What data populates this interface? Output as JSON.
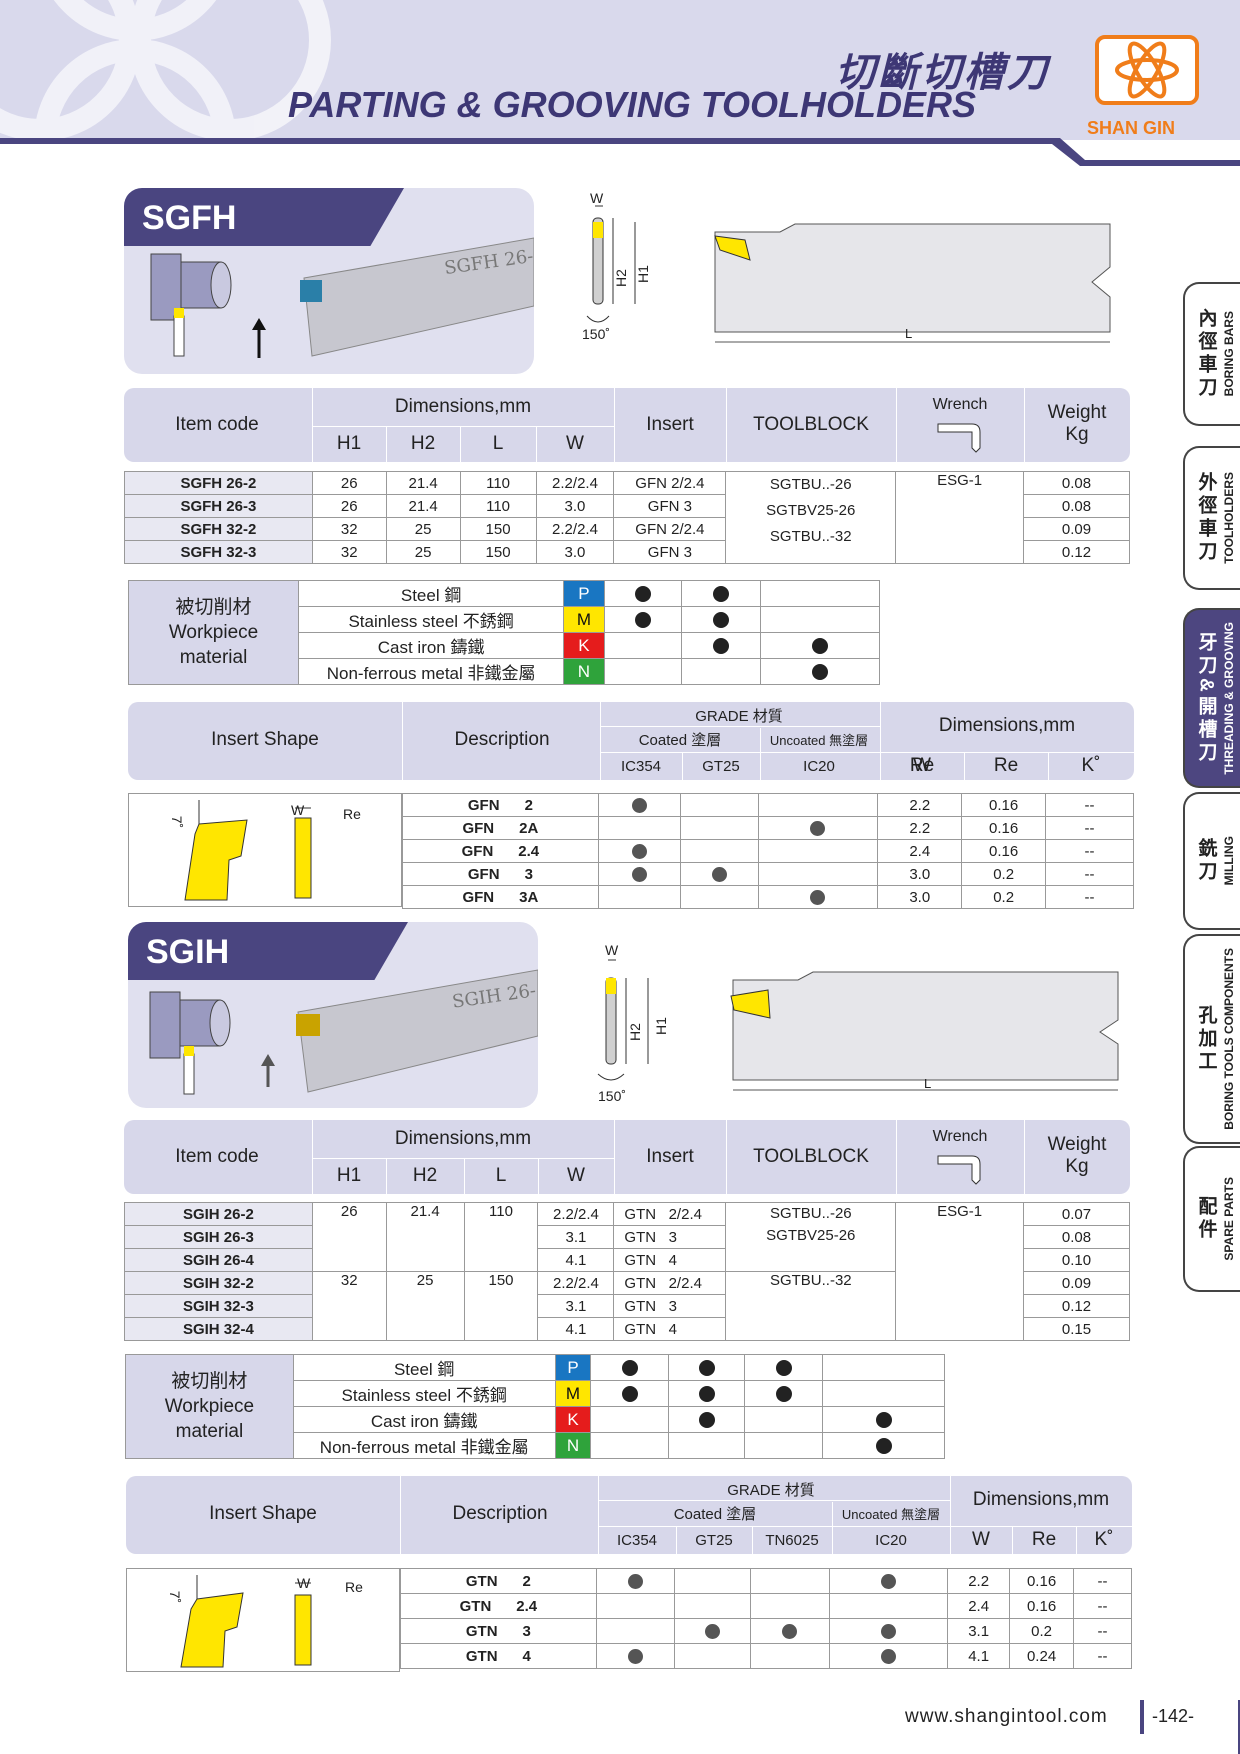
{
  "header": {
    "title_cn": "切斷切槽刀",
    "title_en": "PARTING & GROOVING TOOLHOLDERS",
    "brand": "SHAN GIN"
  },
  "side_tabs": [
    {
      "cn": "內徑車刀",
      "en": "BORING BARS"
    },
    {
      "cn": "外徑車刀",
      "en": "TOOLHOLDERS"
    },
    {
      "cn": "牙刀&開槽刀",
      "en": "THREADING & GROOVING"
    },
    {
      "cn": "銑刀",
      "en": "MILLING"
    },
    {
      "cn": "孔加工",
      "en": "BORING TOOLS COMPONENTS"
    },
    {
      "cn": "配件",
      "en": "SPARE PARTS"
    }
  ],
  "labels": {
    "item_code": "Item code",
    "dimensions": "Dimensions,mm",
    "h1": "H1",
    "h2": "H2",
    "l": "L",
    "w": "W",
    "insert": "Insert",
    "toolblock": "TOOLBLOCK",
    "wrench": "Wrench",
    "weight": "Weight",
    "kg": "Kg",
    "material_cn": "被切削材",
    "material_en1": "Workpiece",
    "material_en2": "material",
    "insert_shape": "Insert Shape",
    "description": "Description",
    "grade": "GRADE 材質",
    "coated": "Coated 塗層",
    "uncoated": "Uncoated 無塗層",
    "re": "Re",
    "k": "K˚",
    "angle150": "150˚",
    "angle7": "7˚",
    "dim_w": "W",
    "dim_h1": "H1",
    "dim_h2": "H2",
    "dim_l": "L"
  },
  "sgfh": {
    "name": "SGFH",
    "ruler_text": "SGFH 26-",
    "rows": [
      {
        "code": "SGFH 26-2",
        "h1": "26",
        "h2": "21.4",
        "l": "110",
        "w": "2.2/2.4",
        "insert": "GFN 2/2.4",
        "weight": "0.08"
      },
      {
        "code": "SGFH 26-3",
        "h1": "26",
        "h2": "21.4",
        "l": "110",
        "w": "3.0",
        "insert": "GFN 3",
        "weight": "0.08"
      },
      {
        "code": "SGFH 32-2",
        "h1": "32",
        "h2": "25",
        "l": "150",
        "w": "2.2/2.4",
        "insert": "GFN 2/2.4",
        "weight": "0.09"
      },
      {
        "code": "SGFH 32-3",
        "h1": "32",
        "h2": "25",
        "l": "150",
        "w": "3.0",
        "insert": "GFN 3",
        "weight": "0.12"
      }
    ],
    "toolblocks": [
      "SGTBU..-26",
      "SGTBV25-26",
      "SGTBU..-32"
    ],
    "wrench": "ESG-1",
    "materials": [
      {
        "name": "Steel 鋼",
        "iso": "P",
        "marks": [
          true,
          true,
          false
        ]
      },
      {
        "name": "Stainless steel 不銹鋼",
        "iso": "M",
        "marks": [
          true,
          true,
          false
        ]
      },
      {
        "name": "Cast iron 鑄鐵",
        "iso": "K",
        "marks": [
          false,
          true,
          true
        ]
      },
      {
        "name": "Non-ferrous metal 非鐵金屬",
        "iso": "N",
        "marks": [
          false,
          false,
          true
        ]
      }
    ],
    "grades": [
      "IC354",
      "GT25",
      "IC20"
    ],
    "inserts": [
      {
        "type": "GFN",
        "size": "2",
        "marks": [
          true,
          false,
          false
        ],
        "w": "2.2",
        "re": "0.16",
        "k": "--"
      },
      {
        "type": "GFN",
        "size": "2A",
        "marks": [
          false,
          false,
          true
        ],
        "w": "2.2",
        "re": "0.16",
        "k": "--"
      },
      {
        "type": "GFN",
        "size": "2.4",
        "marks": [
          true,
          false,
          false
        ],
        "w": "2.4",
        "re": "0.16",
        "k": "--"
      },
      {
        "type": "GFN",
        "size": "3",
        "marks": [
          true,
          true,
          false
        ],
        "w": "3.0",
        "re": "0.2",
        "k": "--"
      },
      {
        "type": "GFN",
        "size": "3A",
        "marks": [
          false,
          false,
          true
        ],
        "w": "3.0",
        "re": "0.2",
        "k": "--"
      }
    ]
  },
  "sgih": {
    "name": "SGIH",
    "ruler_text": "SGIH 26-",
    "rows": [
      {
        "code": "SGIH 26-2",
        "w": "2.2/2.4",
        "insert_t": "GTN",
        "insert_s": "2/2.4",
        "weight": "0.07"
      },
      {
        "code": "SGIH 26-3",
        "w": "3.1",
        "insert_t": "GTN",
        "insert_s": "3",
        "weight": "0.08"
      },
      {
        "code": "SGIH 26-4",
        "w": "4.1",
        "insert_t": "GTN",
        "insert_s": "4",
        "weight": "0.10"
      },
      {
        "code": "SGIH 32-2",
        "w": "2.2/2.4",
        "insert_t": "GTN",
        "insert_s": "2/2.4",
        "weight": "0.09"
      },
      {
        "code": "SGIH 32-3",
        "w": "3.1",
        "insert_t": "GTN",
        "insert_s": "3",
        "weight": "0.12"
      },
      {
        "code": "SGIH 32-4",
        "w": "4.1",
        "insert_t": "GTN",
        "insert_s": "4",
        "weight": "0.15"
      }
    ],
    "groups": [
      {
        "h1": "26",
        "h2": "21.4",
        "l": "110"
      },
      {
        "h1": "32",
        "h2": "25",
        "l": "150"
      }
    ],
    "toolblocks": [
      "SGTBU..-26",
      "SGTBV25-26",
      "SGTBU..-32"
    ],
    "wrench": "ESG-1",
    "materials": [
      {
        "name": "Steel 鋼",
        "iso": "P",
        "marks": [
          true,
          true,
          true,
          false
        ]
      },
      {
        "name": "Stainless steel 不銹鋼",
        "iso": "M",
        "marks": [
          true,
          true,
          true,
          false
        ]
      },
      {
        "name": "Cast iron 鑄鐵",
        "iso": "K",
        "marks": [
          false,
          true,
          false,
          true
        ]
      },
      {
        "name": "Non-ferrous metal 非鐵金屬",
        "iso": "N",
        "marks": [
          false,
          false,
          false,
          true
        ]
      }
    ],
    "grades": [
      "IC354",
      "GT25",
      "TN6025",
      "IC20"
    ],
    "inserts": [
      {
        "type": "GTN",
        "size": "2",
        "marks": [
          true,
          false,
          false,
          true
        ],
        "w": "2.2",
        "re": "0.16",
        "k": "--"
      },
      {
        "type": "GTN",
        "size": "2.4",
        "marks": [
          false,
          false,
          false,
          false
        ],
        "w": "2.4",
        "re": "0.16",
        "k": "--"
      },
      {
        "type": "GTN",
        "size": "3",
        "marks": [
          false,
          true,
          true,
          true
        ],
        "w": "3.1",
        "re": "0.2",
        "k": "--"
      },
      {
        "type": "GTN",
        "size": "4",
        "marks": [
          true,
          false,
          false,
          true
        ],
        "w": "4.1",
        "re": "0.24",
        "k": "--"
      }
    ]
  },
  "footer": {
    "url": "www.shangintool.com",
    "page": "-142-"
  },
  "colors": {
    "brand": "#4a4580",
    "logo": "#f07d1a",
    "panel": "#e0e0ef"
  }
}
